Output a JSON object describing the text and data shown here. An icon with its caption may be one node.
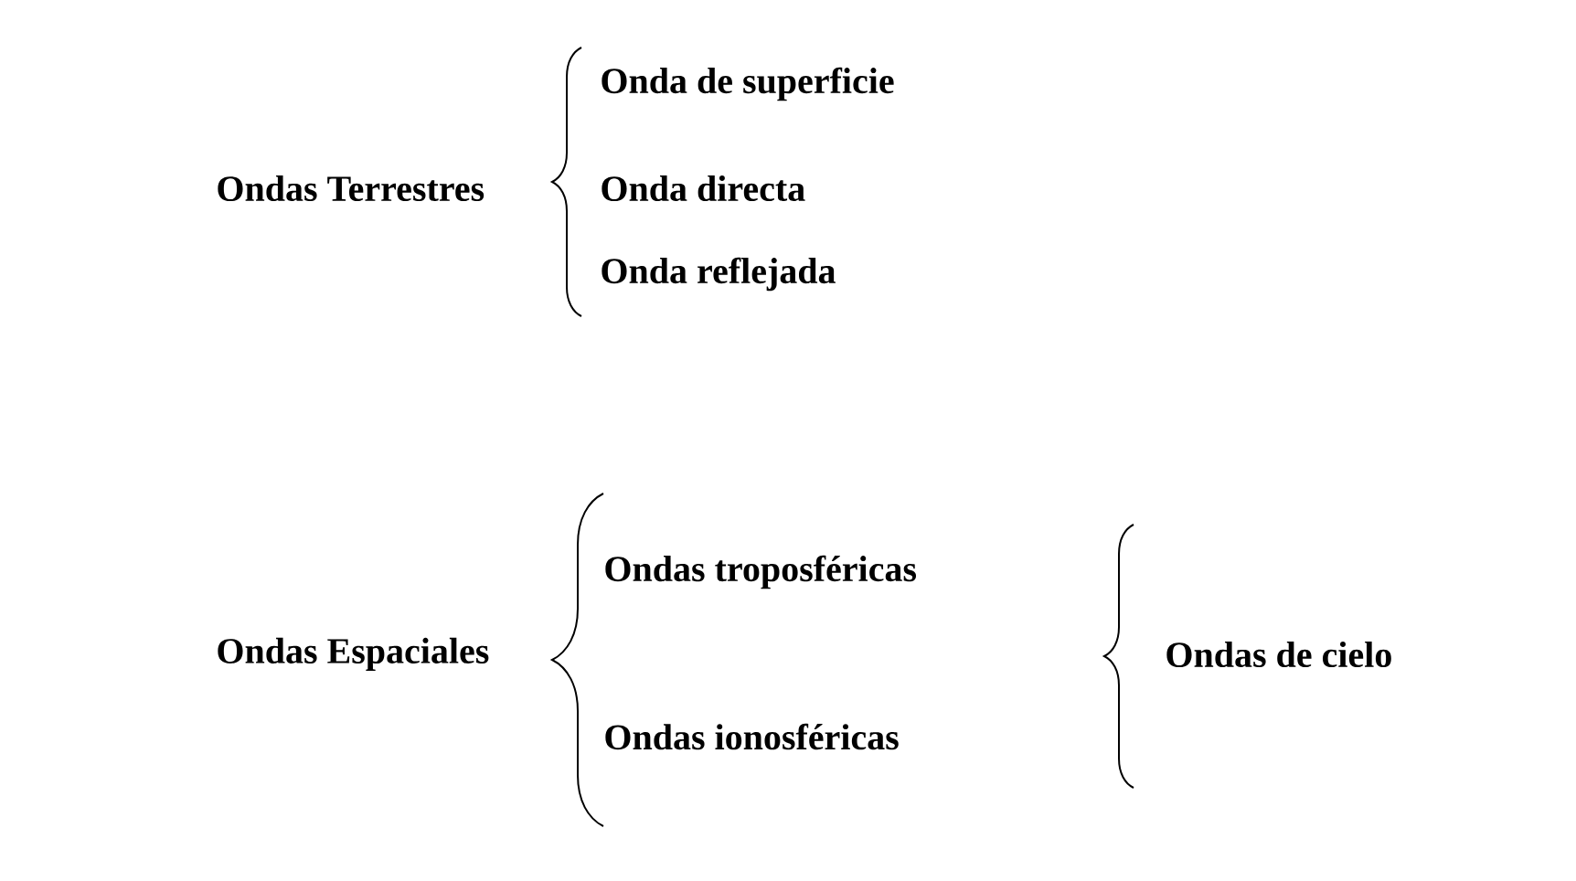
{
  "diagram": {
    "labels": [
      "Ondas Terrestres",
      "Onda de superficie",
      "Onda directa",
      "Onda reflejada",
      "Ondas Espaciales",
      "Ondas troposféricas",
      "Ondas ionosféricas",
      "Ondas de cielo"
    ]
  }
}
